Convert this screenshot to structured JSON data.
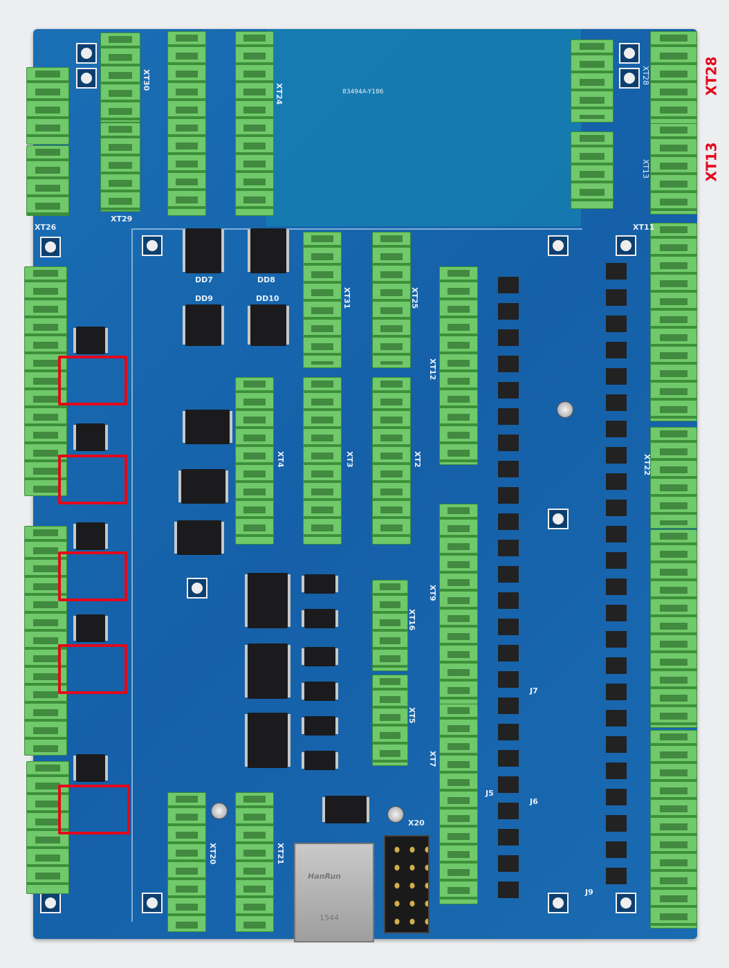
{
  "board": {
    "part_number": "83494A-Y186",
    "silkscreen": {
      "xt30": "XT30",
      "xt29": "XT29",
      "xt24": "XT24",
      "xt26": "XT26",
      "xt28": "XT28",
      "xt13": "XT13",
      "xt11": "XT11",
      "xt31": "XT31",
      "xt25": "XT25",
      "xt12": "XT12",
      "xt4": "XT4",
      "xt3": "XT3",
      "xt2": "XT2",
      "xt9": "XT9",
      "xt7": "XT7",
      "xt16": "XT16",
      "xt5": "XT5",
      "xt20": "XT20",
      "xt21": "XT21",
      "xt22": "XT22",
      "x20": "X20",
      "dd7": "DD7",
      "dd8": "DD8",
      "dd9": "DD9",
      "dd10": "DD10",
      "j7": "J7",
      "j5": "J5",
      "j6": "J6",
      "j9": "J9"
    },
    "ethernet": {
      "brand": "HanRun",
      "code": "1544"
    }
  },
  "annotations": {
    "label_top_right_1": "XT28",
    "label_top_right_2": "XT13",
    "highlight_color": "#e3081b"
  }
}
